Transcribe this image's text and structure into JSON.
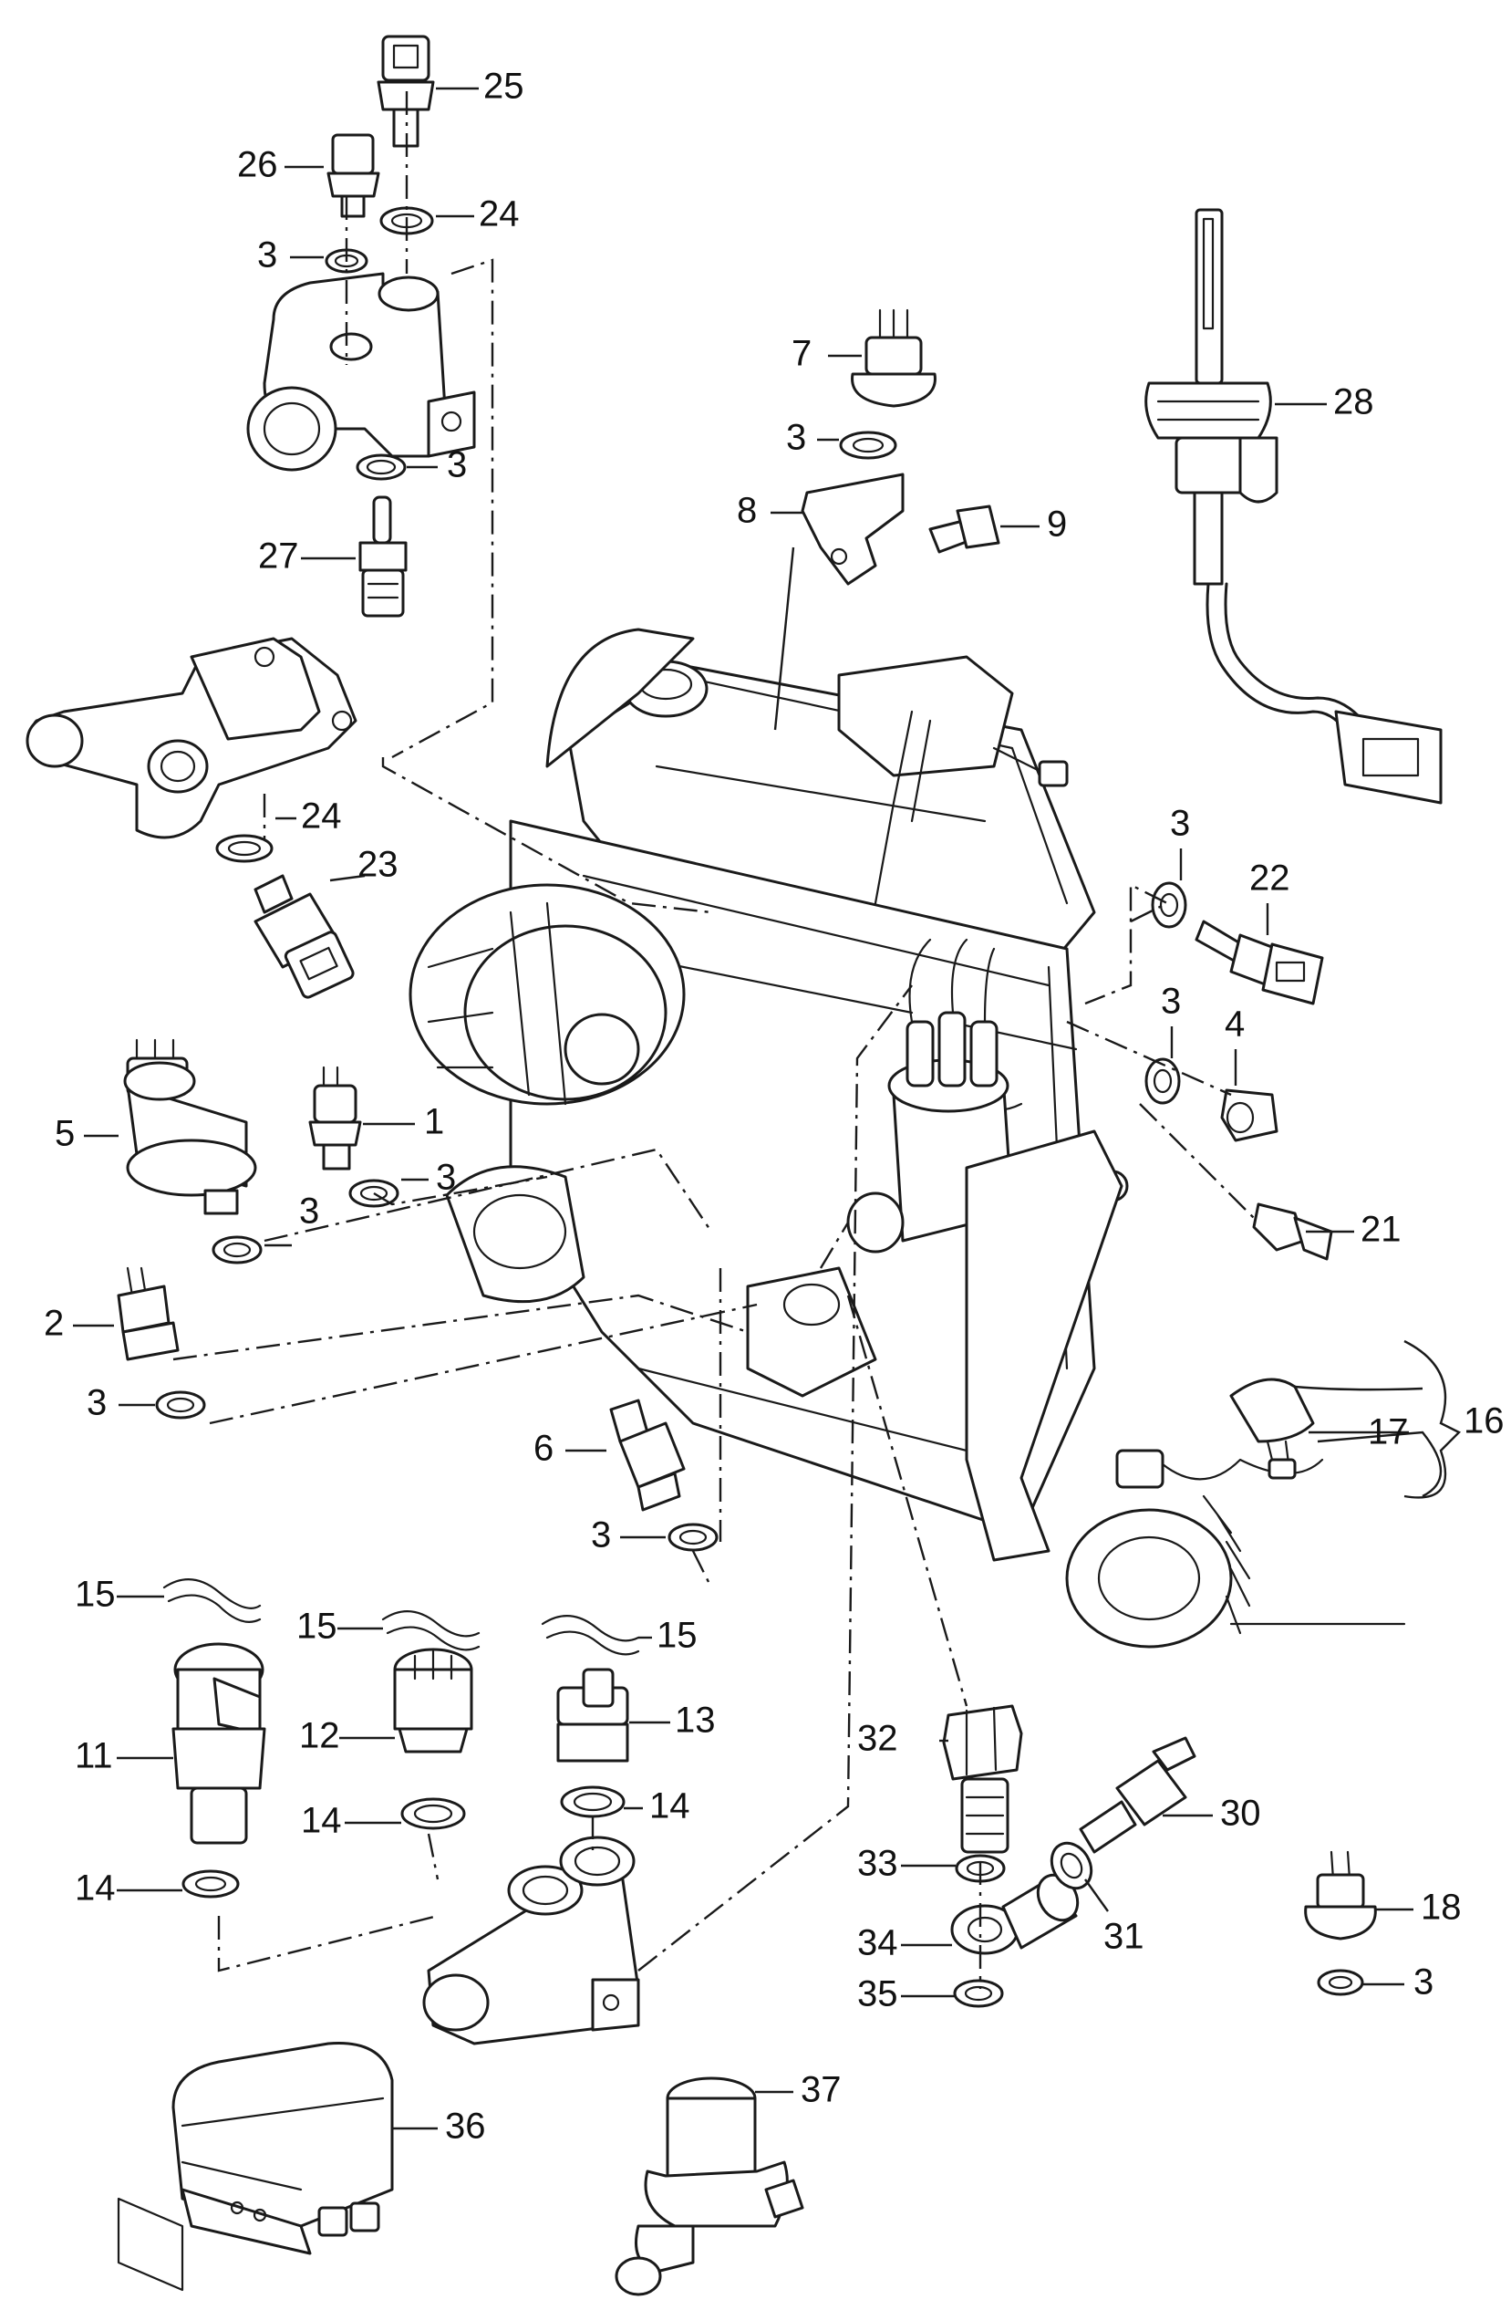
{
  "callouts": [
    {
      "key": "c25",
      "text": "25"
    },
    {
      "key": "c26",
      "text": "26"
    },
    {
      "key": "c24a",
      "text": "24"
    },
    {
      "key": "c3a",
      "text": "3"
    },
    {
      "key": "c3b",
      "text": "3"
    },
    {
      "key": "c27",
      "text": "27"
    },
    {
      "key": "c7",
      "text": "7"
    },
    {
      "key": "c3c",
      "text": "3"
    },
    {
      "key": "c8",
      "text": "8"
    },
    {
      "key": "c9",
      "text": "9"
    },
    {
      "key": "c28",
      "text": "28"
    },
    {
      "key": "c24b",
      "text": "24"
    },
    {
      "key": "c23",
      "text": "23"
    },
    {
      "key": "c3d",
      "text": "3"
    },
    {
      "key": "c22",
      "text": "22"
    },
    {
      "key": "c3e",
      "text": "3"
    },
    {
      "key": "c4",
      "text": "4"
    },
    {
      "key": "c5",
      "text": "5"
    },
    {
      "key": "c1",
      "text": "1"
    },
    {
      "key": "c3f",
      "text": "3"
    },
    {
      "key": "c3g",
      "text": "3"
    },
    {
      "key": "c21",
      "text": "21"
    },
    {
      "key": "c2",
      "text": "2"
    },
    {
      "key": "c3h",
      "text": "3"
    },
    {
      "key": "c16",
      "text": "16"
    },
    {
      "key": "c17",
      "text": "17"
    },
    {
      "key": "c6",
      "text": "6"
    },
    {
      "key": "c3i",
      "text": "3"
    },
    {
      "key": "c15a",
      "text": "15"
    },
    {
      "key": "c15b",
      "text": "15"
    },
    {
      "key": "c15c",
      "text": "15"
    },
    {
      "key": "c11",
      "text": "11"
    },
    {
      "key": "c12",
      "text": "12"
    },
    {
      "key": "c13",
      "text": "13"
    },
    {
      "key": "c14a",
      "text": "14"
    },
    {
      "key": "c14b",
      "text": "14"
    },
    {
      "key": "c14c",
      "text": "14"
    },
    {
      "key": "c32",
      "text": "32"
    },
    {
      "key": "c30",
      "text": "30"
    },
    {
      "key": "c33",
      "text": "33"
    },
    {
      "key": "c31",
      "text": "31"
    },
    {
      "key": "c34",
      "text": "34"
    },
    {
      "key": "c35",
      "text": "35"
    },
    {
      "key": "c18",
      "text": "18"
    },
    {
      "key": "c3j",
      "text": "3"
    },
    {
      "key": "c36",
      "text": "36"
    },
    {
      "key": "c37",
      "text": "37"
    }
  ],
  "colors": {
    "ink": "#1a1a1a",
    "paper": "#ffffff"
  }
}
